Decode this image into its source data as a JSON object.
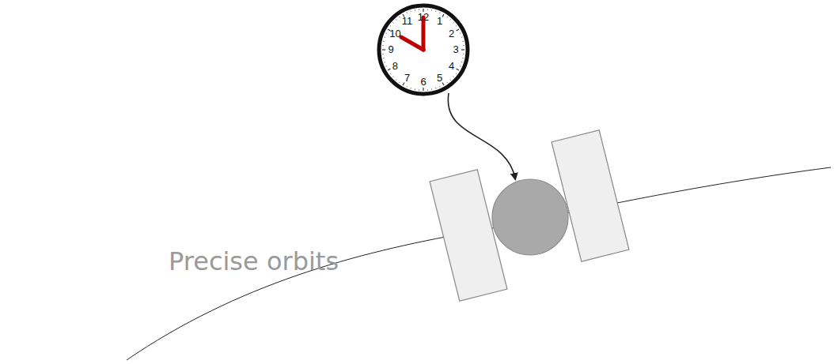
{
  "diagram": {
    "labels": [
      "Precise orbits",
      "12",
      "1",
      "2",
      "3",
      "4",
      "5",
      "6",
      "7",
      "8",
      "9",
      "10",
      "11"
    ]
  }
}
